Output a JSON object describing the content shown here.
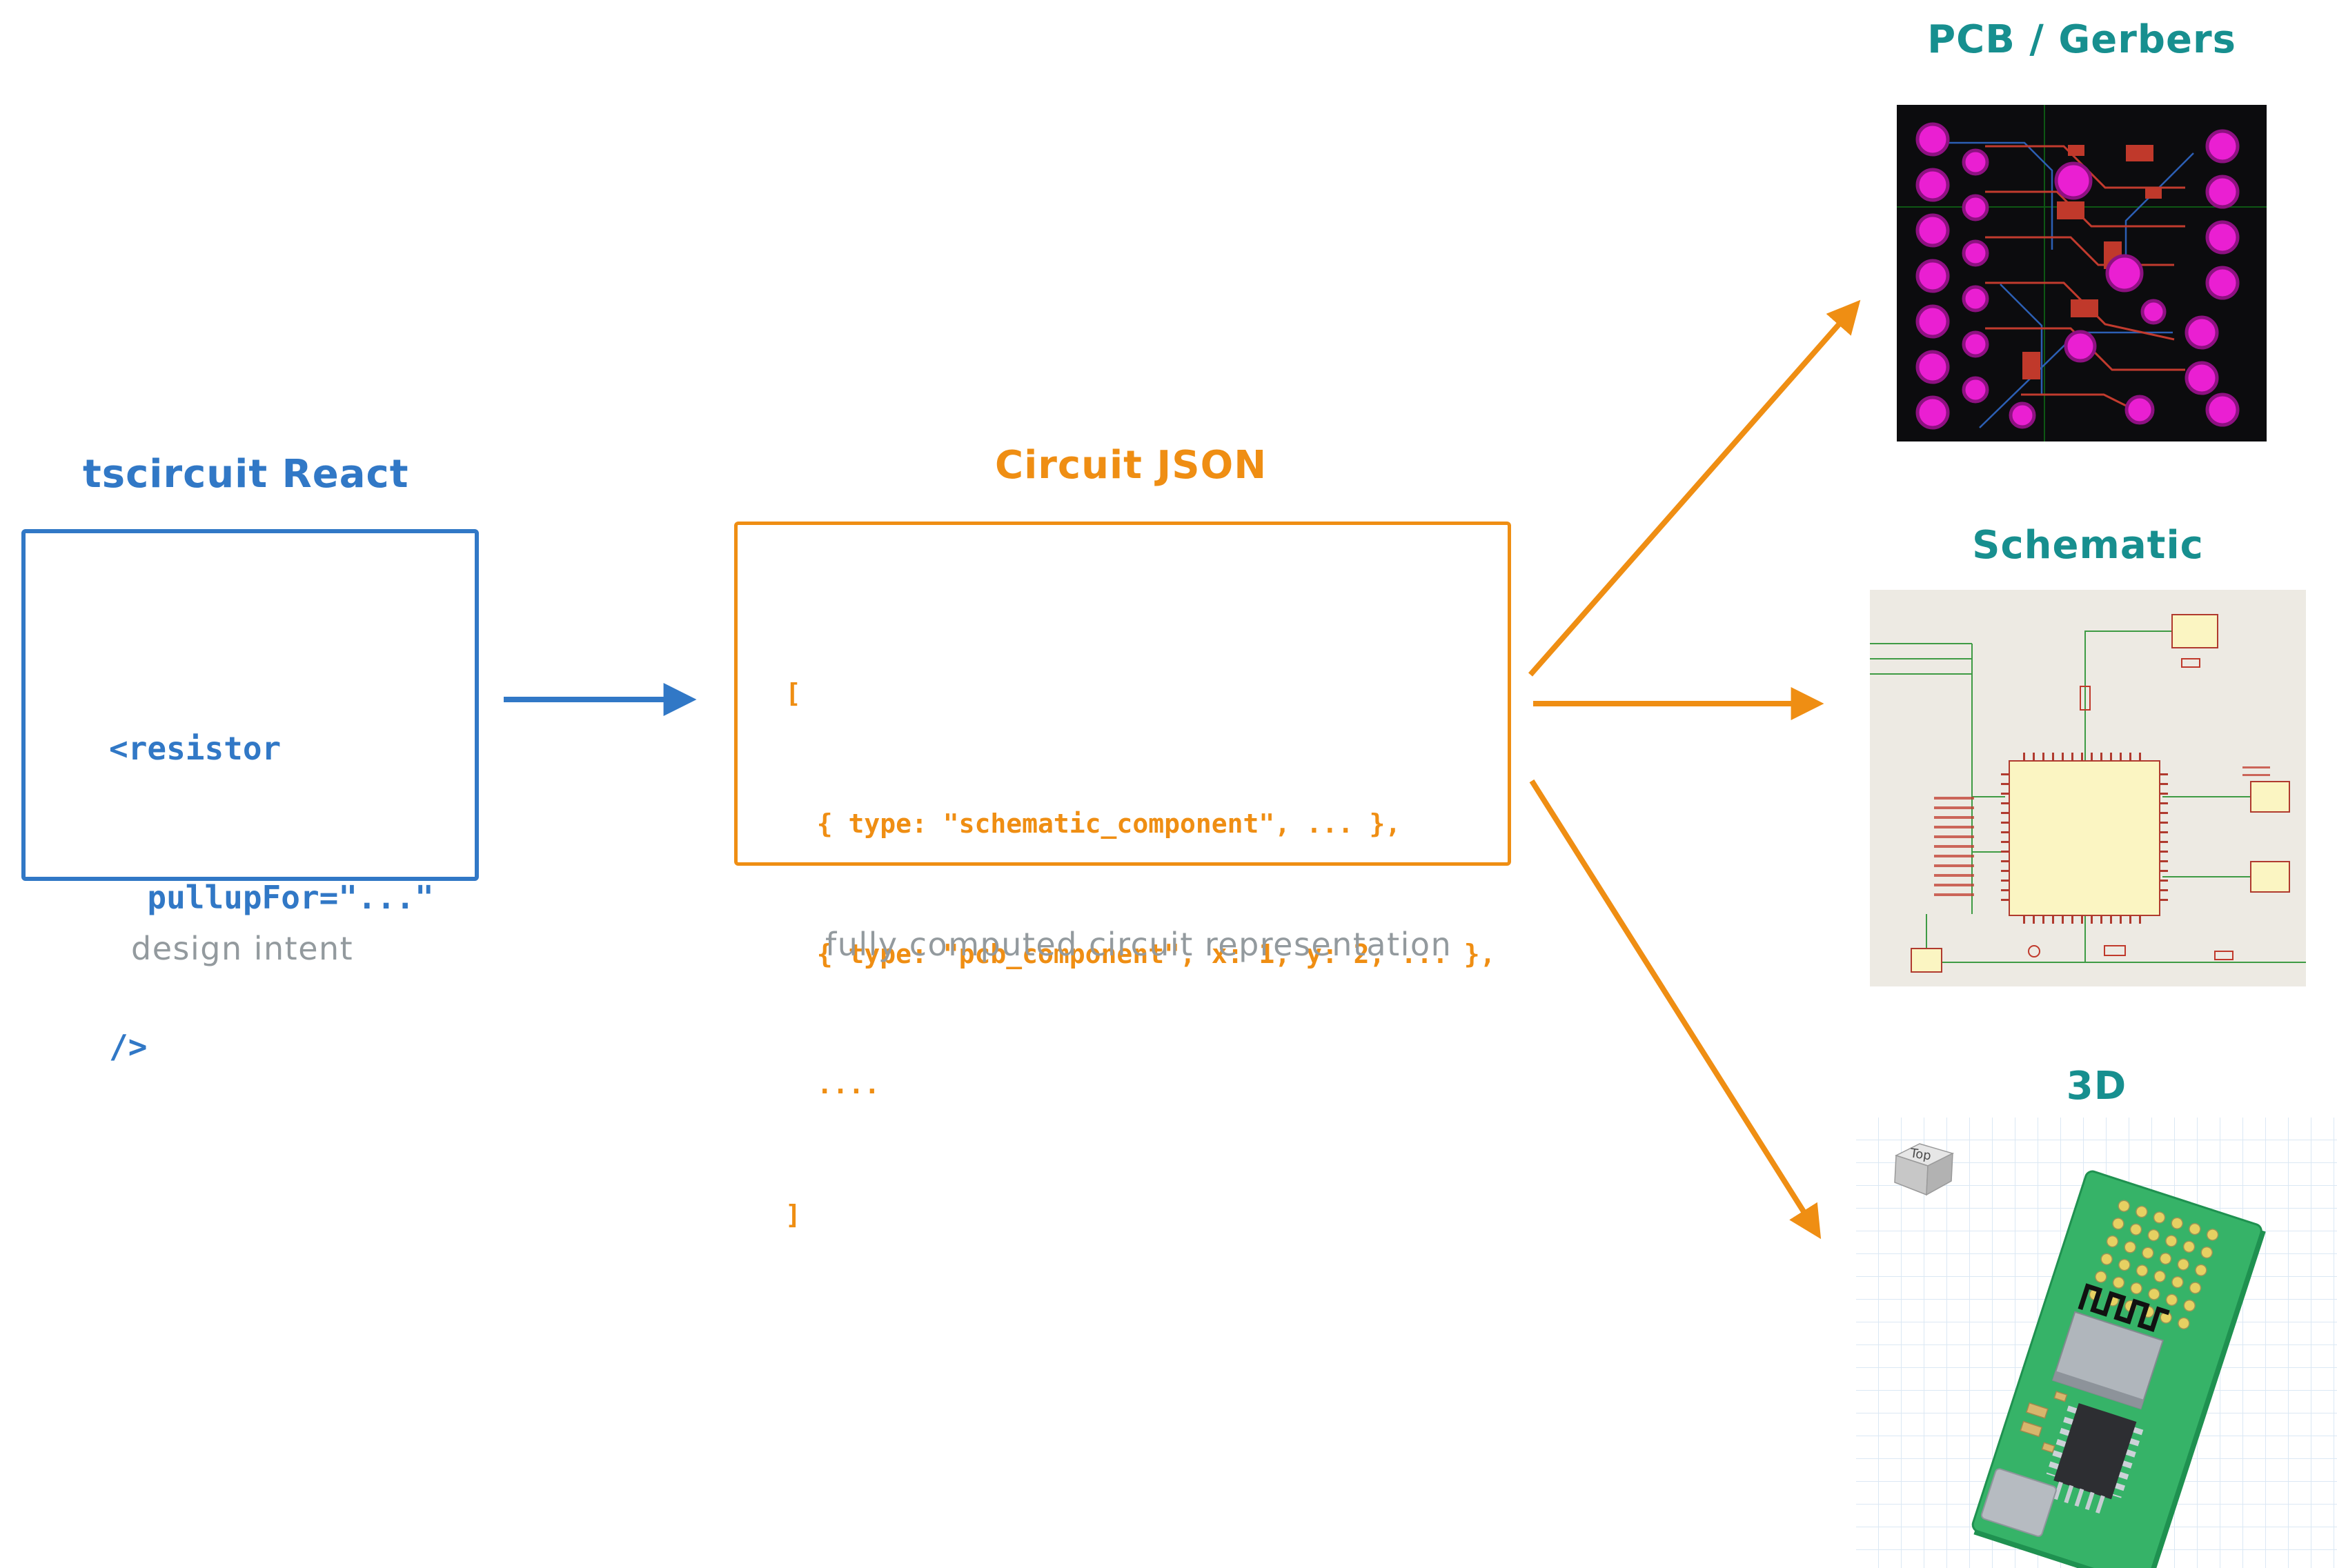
{
  "left_section": {
    "title": "tscircuit React",
    "code_lines": [
      "<resistor",
      "  pullupFor=\"...\"",
      "/>"
    ],
    "caption": "design intent"
  },
  "middle_section": {
    "title": "Circuit JSON",
    "code_lines": [
      "[",
      "  { type: \"schematic_component\", ... },",
      "  { type: \"pcb_component\", x: 1, y: 2, ... },",
      "  ....",
      "]"
    ],
    "caption": "fully computed circuit representation"
  },
  "outputs": {
    "pcb": {
      "label": "PCB / Gerbers"
    },
    "schematic": {
      "label": "Schematic"
    },
    "three_d": {
      "label": "3D",
      "view_cube_label": "Top"
    }
  },
  "colors": {
    "react_blue": "#3178c6",
    "json_orange": "#ef8e13",
    "output_teal": "#178f8f",
    "caption_gray": "#939a9e",
    "pcb_pad_magenta": "#ea1fd2",
    "pcb_trace_red": "#c23b2e",
    "schematic_bg": "#edeae3",
    "schematic_ic_yellow": "#fbf5c2",
    "board_green": "#36b368"
  }
}
